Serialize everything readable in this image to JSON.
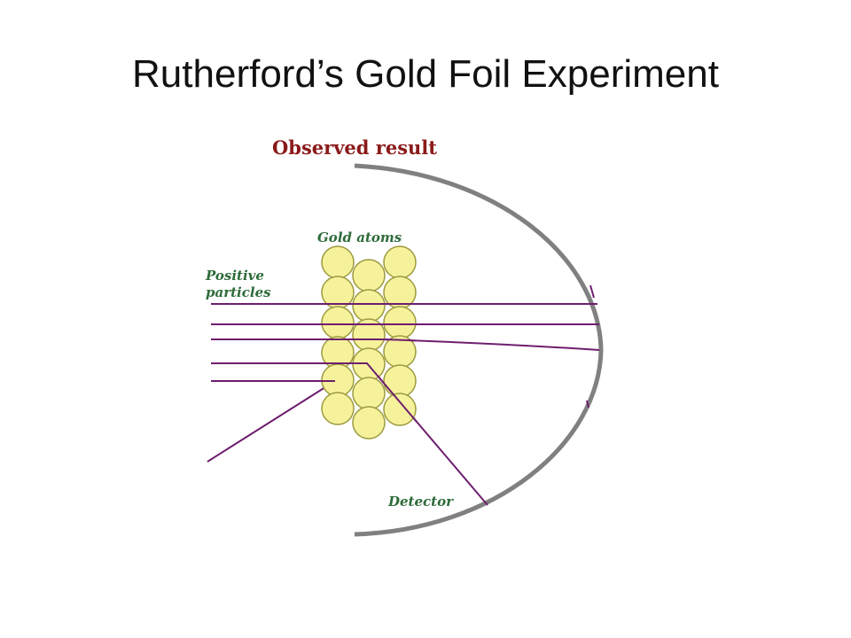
{
  "slide": {
    "title": "Rutherford’s Gold Foil Experiment"
  },
  "diagram": {
    "heading": "Observed result",
    "labels": {
      "gold_atoms": "Gold atoms",
      "positive_line1": "Positive",
      "positive_line2": "particles",
      "detector": "Detector"
    },
    "colors": {
      "heading": "#8b1a1a",
      "label": "#2e6b3a",
      "atom_fill": "#f6f29c",
      "atom_stroke": "#9c9a3e",
      "particle_path": "#6e1e6e",
      "detector": "#808080"
    }
  }
}
